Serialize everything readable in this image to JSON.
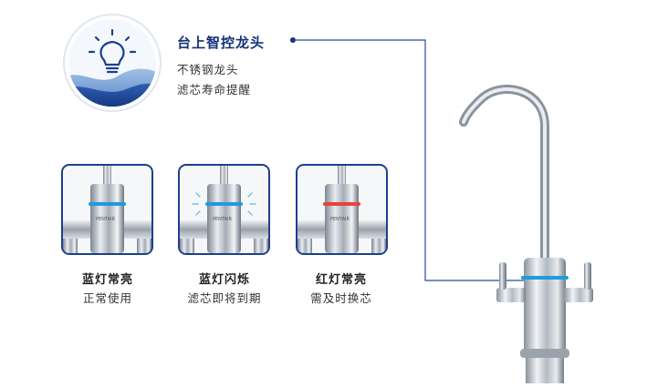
{
  "feature": {
    "title": "台上智控龙头",
    "line1": "不锈钢龙头",
    "line2": "滤芯寿命提醒"
  },
  "brand_mark": "PENTAIR",
  "indicators": [
    {
      "title": "蓝灯常亮",
      "subtitle": "正常使用",
      "color": "#1e9be0"
    },
    {
      "title": "蓝灯闪烁",
      "subtitle": "滤芯即将到期",
      "color": "#1e9be0"
    },
    {
      "title": "红灯常亮",
      "subtitle": "需及时换芯",
      "color": "#e8423a"
    }
  ],
  "colors": {
    "brand_navy": "#13327a",
    "callout_line": "#2b4aa0",
    "indicator_blue": "#1e9be0",
    "indicator_red": "#e8423a"
  }
}
